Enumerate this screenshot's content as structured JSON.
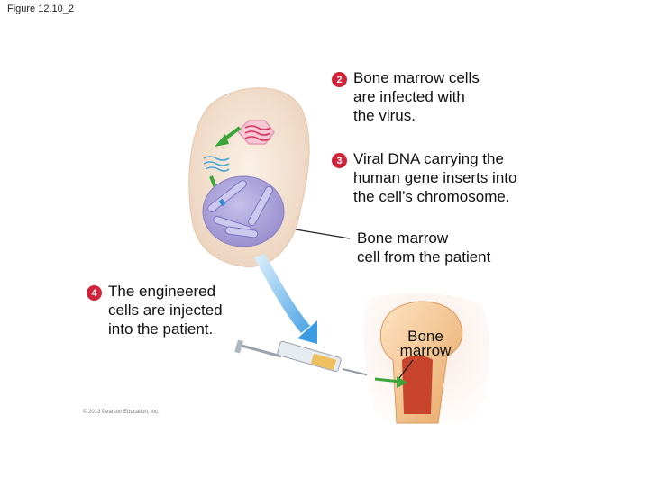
{
  "figure_title": "Figure 12.10_2",
  "steps": [
    {
      "number": "2",
      "text": "Bone marrow cells\nare infected with\nthe virus."
    },
    {
      "number": "3",
      "text": "Viral DNA carrying the\nhuman gene inserts into\nthe cell’s chromosome."
    },
    {
      "number": "4",
      "text": "The engineered\ncells are injected\ninto the patient."
    }
  ],
  "labels": {
    "bone_marrow_cell": "Bone marrow\ncell from the patient",
    "bone_marrow": "Bone\nmarrow"
  },
  "copyright": "© 2013 Pearson Education, Inc.",
  "colors": {
    "badge": "#d0243b",
    "cell": "#f6e6d6",
    "nucleus": "#b0a8dc",
    "virus": "#f2b5c5",
    "arrow_green": "#3aa53a",
    "arrow_blue": "#6fb7ea",
    "bone": "#f3c48f",
    "marrow": "#c8442c"
  }
}
